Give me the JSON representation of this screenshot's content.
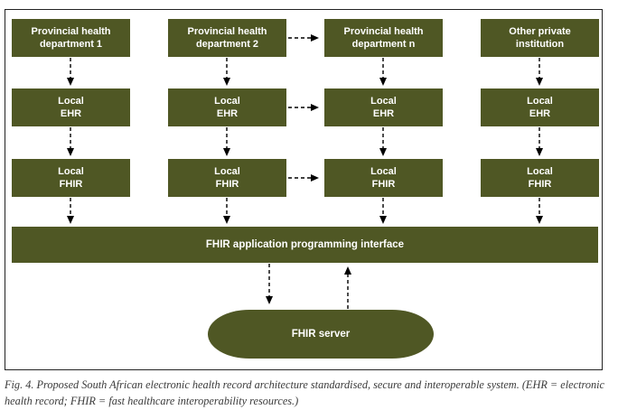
{
  "colors": {
    "box_green": "#4f5724",
    "box_text": "#ffffff",
    "arrow": "#000000",
    "frame_border": "#232323",
    "caption_text": "#3b3b3b",
    "background": "#ffffff"
  },
  "columns": [
    {
      "top": [
        "Provincial health",
        "department 1"
      ],
      "ehr": [
        "Local",
        "EHR"
      ],
      "fhir": [
        "Local",
        "FHIR"
      ]
    },
    {
      "top": [
        "Provincial health",
        "department 2"
      ],
      "ehr": [
        "Local",
        "EHR"
      ],
      "fhir": [
        "Local",
        "FHIR"
      ]
    },
    {
      "top": [
        "Provincial health",
        "department n"
      ],
      "ehr": [
        "Local",
        "EHR"
      ],
      "fhir": [
        "Local",
        "FHIR"
      ]
    },
    {
      "top": [
        "Other private",
        "institution"
      ],
      "ehr": [
        "Local",
        "EHR"
      ],
      "fhir": [
        "Local",
        "FHIR"
      ]
    }
  ],
  "api_bar": {
    "label": "FHIR application programming interface"
  },
  "server": {
    "label": "FHIR server"
  },
  "caption": {
    "lines": [
      "Fig. 4. Proposed South African electronic health record architecture standardised, secure and interoperable system. (EHR = electronic health record; FHIR =",
      "fast healthcare interoperability resources.)"
    ]
  }
}
